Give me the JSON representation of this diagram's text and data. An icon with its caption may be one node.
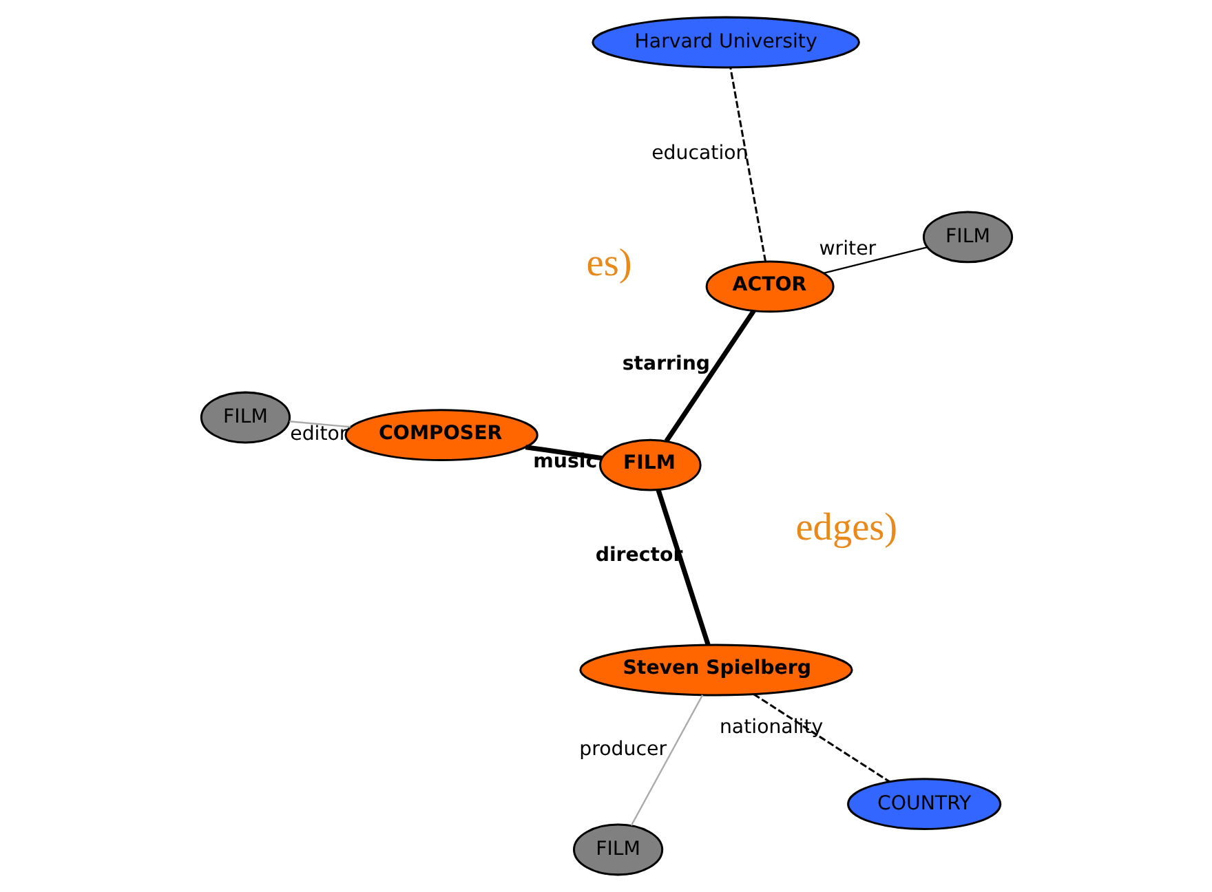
{
  "diagram": {
    "nodes": [
      {
        "text": [
          "FILM"
        ]
      },
      {
        "text": [
          "Steven Spielberg"
        ]
      },
      {
        "text": [
          "COUNTRY"
        ]
      },
      {
        "text": [
          "FILM"
        ]
      },
      {
        "text": [
          "ACTOR"
        ]
      },
      {
        "text": [
          "Harvard University"
        ]
      },
      {
        "text": [
          "COMPOSER"
        ]
      },
      {
        "text": [
          "FILM"
        ]
      },
      {
        "text": [
          "FILM"
        ]
      }
    ],
    "edges": [
      {
        "from": 0,
        "to": 1,
        "arrow": "none",
        "label": "producer",
        "color": "#aaaaaa"
      },
      {
        "from": 1,
        "to": 2,
        "arrow": "none",
        "label": "nationality",
        "style": "dashed"
      },
      {
        "from": 3,
        "to": 1,
        "arrow": "none",
        "label": "director",
        "style": "thick"
      },
      {
        "from": 3,
        "to": 4,
        "arrow": "none",
        "label": "starring",
        "style": "thick"
      },
      {
        "from": 4,
        "to": 5,
        "arrow": "none",
        "label": "education",
        "style": "dashed"
      },
      {
        "from": 3,
        "to": 6,
        "arrow": "none",
        "label": "music",
        "style": "thick"
      },
      {
        "from": 4,
        "to": 7,
        "arrow": "none",
        "label": "writer"
      },
      {
        "from": 6,
        "to": 8,
        "arrow": "none",
        "label": "editor",
        "color": "#aaaaaa"
      }
    ],
    "labels": [
      "edges)",
      "es)"
    ]
  }
}
